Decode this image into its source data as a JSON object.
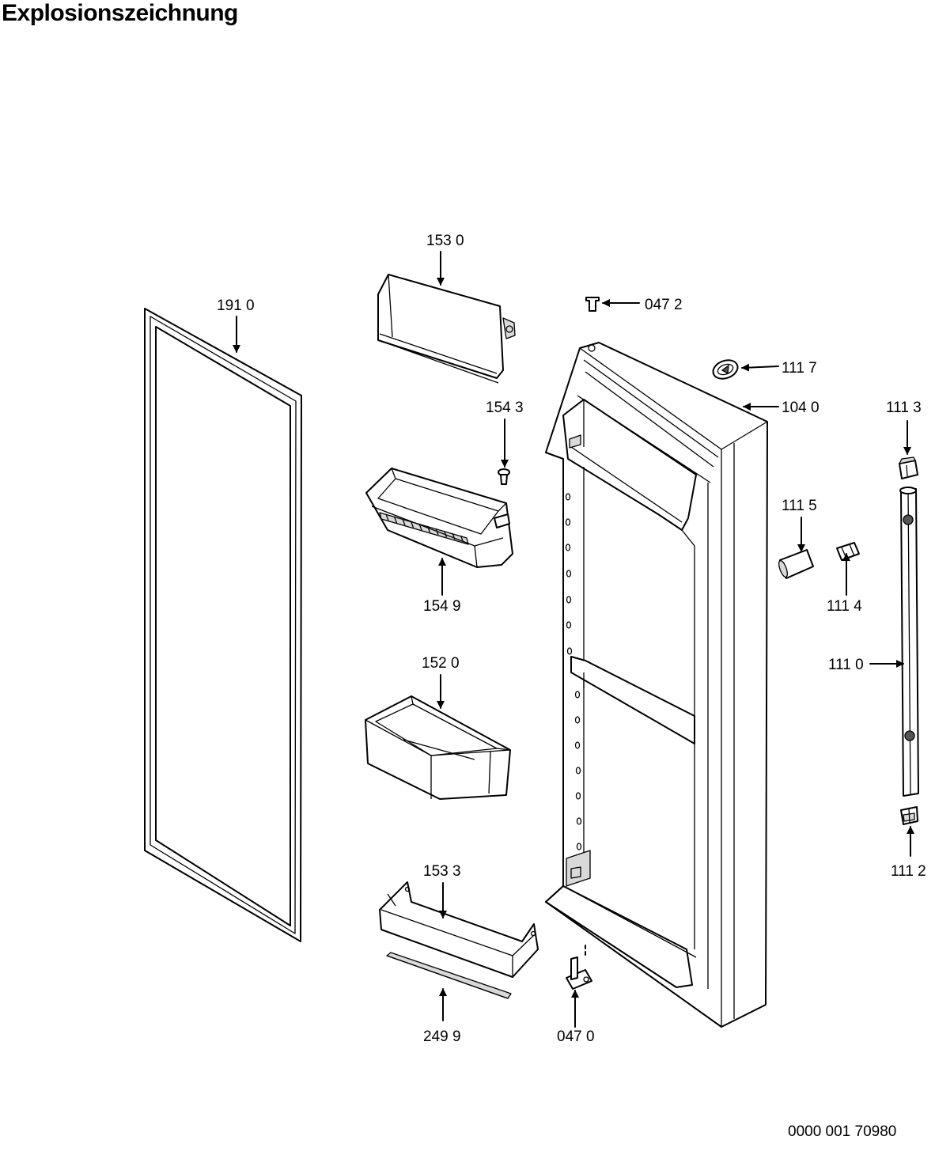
{
  "title": "Explosionszeichnung",
  "document_number": "0000 001 70980",
  "parts": [
    {
      "id": "153_0",
      "label": "153 0",
      "name": "shelf-lid"
    },
    {
      "id": "191_0",
      "label": "191 0",
      "name": "door-gasket"
    },
    {
      "id": "047_2",
      "label": "047 2",
      "name": "hinge-pin-top"
    },
    {
      "id": "111_7",
      "label": "111 7",
      "name": "cover-cap"
    },
    {
      "id": "104_0",
      "label": "104 0",
      "name": "door"
    },
    {
      "id": "154_3",
      "label": "154 3",
      "name": "screw"
    },
    {
      "id": "111_3",
      "label": "111 3",
      "name": "handle-top-cap"
    },
    {
      "id": "111_5",
      "label": "111 5",
      "name": "handle-sleeve"
    },
    {
      "id": "154_9",
      "label": "154 9",
      "name": "door-rack-with-rail"
    },
    {
      "id": "111_4",
      "label": "111 4",
      "name": "handle-connector"
    },
    {
      "id": "152_0",
      "label": "152 0",
      "name": "door-rack"
    },
    {
      "id": "111_0",
      "label": "111 0",
      "name": "handle-bar"
    },
    {
      "id": "153_3",
      "label": "153 3",
      "name": "bottle-rack"
    },
    {
      "id": "111_2",
      "label": "111 2",
      "name": "handle-bottom-cap"
    },
    {
      "id": "249_9",
      "label": "249 9",
      "name": "bottle-retainer-strip"
    },
    {
      "id": "047_0",
      "label": "047 0",
      "name": "hinge-bottom"
    }
  ]
}
